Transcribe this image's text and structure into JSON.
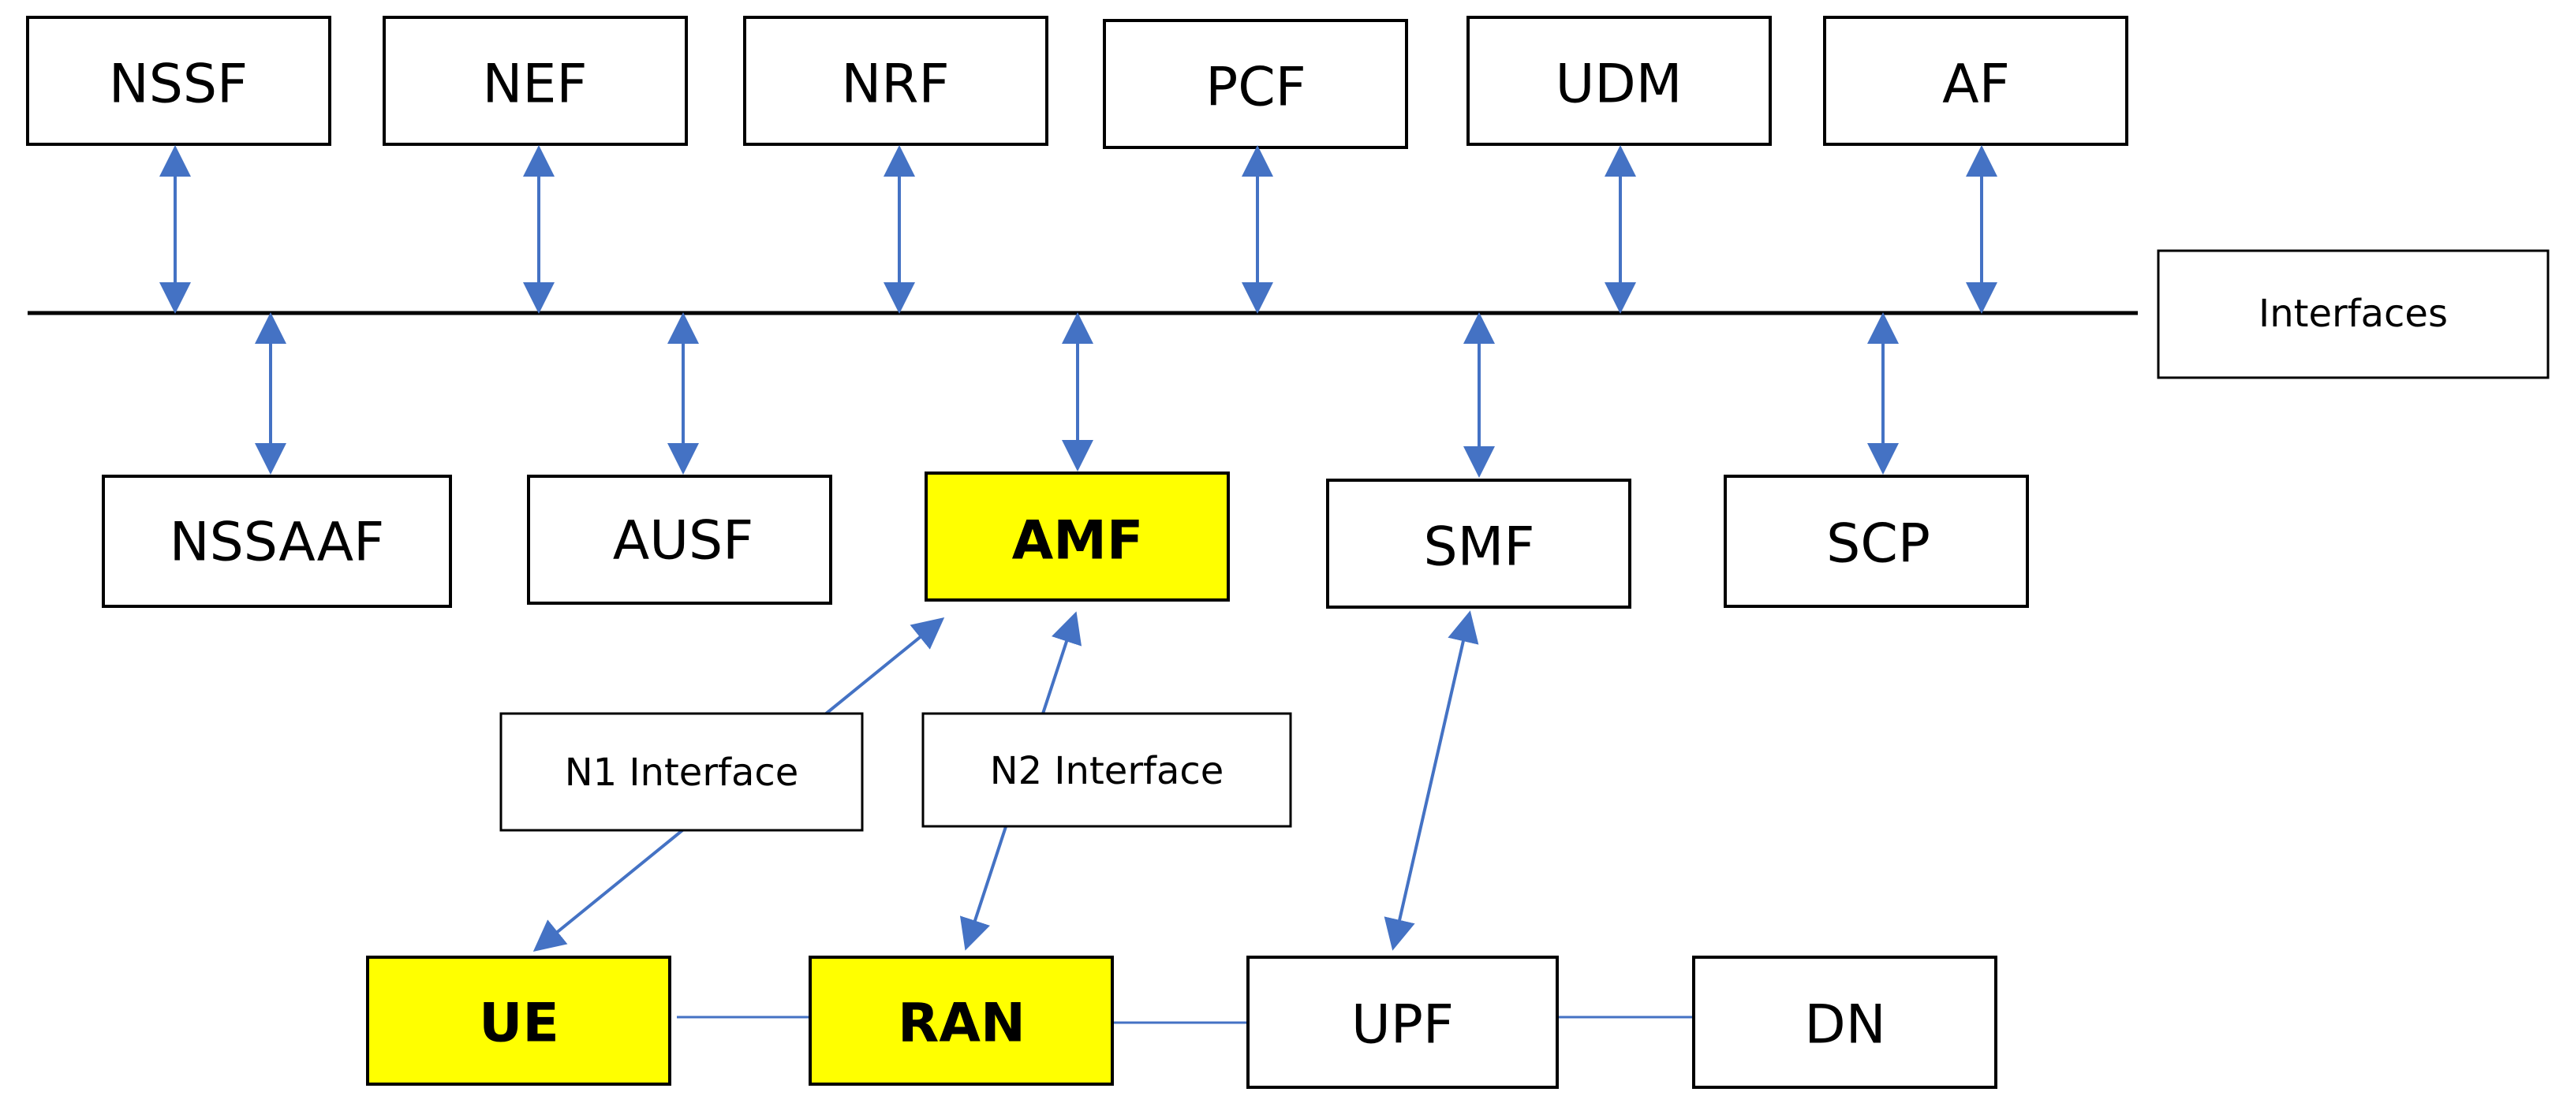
{
  "accent_color": "#4472c4",
  "highlight_color": "#ffff00",
  "network_functions": {
    "nssf": "NSSF",
    "nef": "NEF",
    "nrf": "NRF",
    "pcf": "PCF",
    "udm": "UDM",
    "af": "AF",
    "nssaaf": "NSSAAF",
    "ausf": "AUSF",
    "amf": "AMF",
    "smf": "SMF",
    "scp": "SCP",
    "ue": "UE",
    "ran": "RAN",
    "upf": "UPF",
    "dn": "DN"
  },
  "highlighted": [
    "AMF",
    "UE",
    "RAN"
  ],
  "labels": {
    "interfaces": "Interfaces",
    "n1": "N1 Interface",
    "n2": "N2 Interface"
  },
  "connections": [
    {
      "from": "NSSF",
      "to": "Interfaces",
      "type": "bidirectional"
    },
    {
      "from": "NEF",
      "to": "Interfaces",
      "type": "bidirectional"
    },
    {
      "from": "NRF",
      "to": "Interfaces",
      "type": "bidirectional"
    },
    {
      "from": "PCF",
      "to": "Interfaces",
      "type": "bidirectional"
    },
    {
      "from": "UDM",
      "to": "Interfaces",
      "type": "bidirectional"
    },
    {
      "from": "AF",
      "to": "Interfaces",
      "type": "bidirectional"
    },
    {
      "from": "NSSAAF",
      "to": "Interfaces",
      "type": "bidirectional"
    },
    {
      "from": "AUSF",
      "to": "Interfaces",
      "type": "bidirectional"
    },
    {
      "from": "AMF",
      "to": "Interfaces",
      "type": "bidirectional"
    },
    {
      "from": "SMF",
      "to": "Interfaces",
      "type": "bidirectional"
    },
    {
      "from": "SCP",
      "to": "Interfaces",
      "type": "bidirectional"
    },
    {
      "from": "UE",
      "to": "AMF",
      "type": "bidirectional",
      "label": "N1 Interface"
    },
    {
      "from": "RAN",
      "to": "AMF",
      "type": "bidirectional",
      "label": "N2 Interface"
    },
    {
      "from": "SMF",
      "to": "UPF",
      "type": "bidirectional"
    },
    {
      "from": "UE",
      "to": "RAN",
      "type": "line"
    },
    {
      "from": "RAN",
      "to": "UPF",
      "type": "line"
    },
    {
      "from": "UPF",
      "to": "DN",
      "type": "line"
    }
  ]
}
